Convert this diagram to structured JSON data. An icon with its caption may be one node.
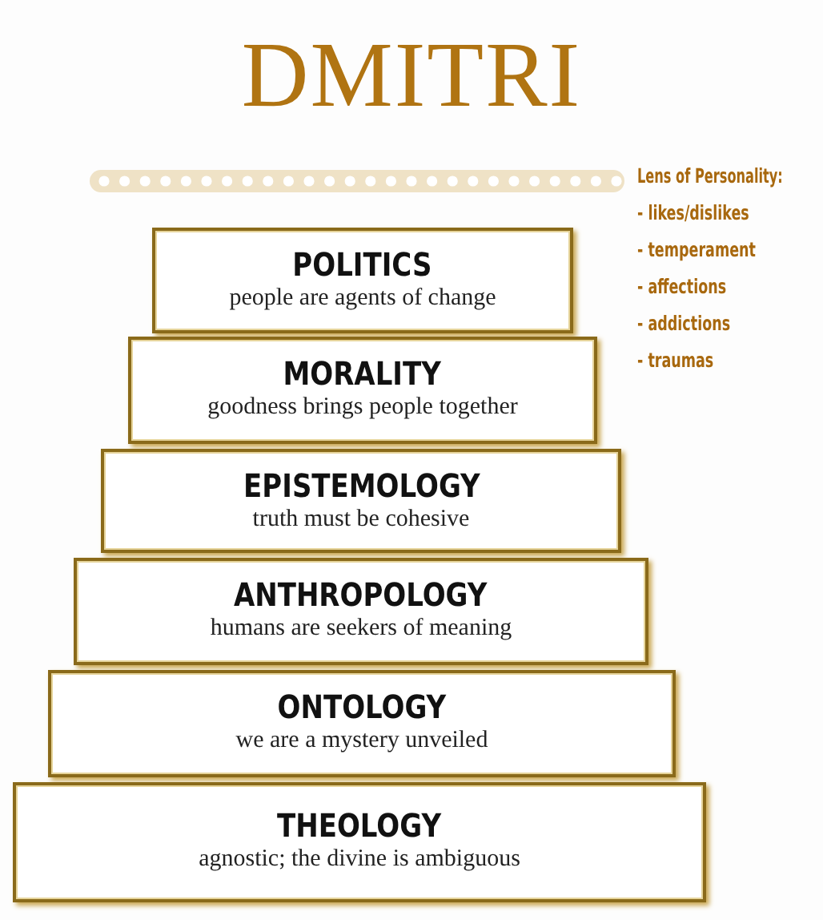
{
  "diagram": {
    "title": "DMITRI",
    "nodes": [
      {
        "text": [
          "POLITICS",
          "people are agents of change"
        ]
      },
      {
        "text": [
          "MORALITY",
          "goodness brings people together"
        ]
      },
      {
        "text": [
          "EPISTEMOLOGY",
          "truth must be cohesive"
        ]
      },
      {
        "text": [
          "ANTHROPOLOGY",
          "humans are seekers of meaning"
        ]
      },
      {
        "text": [
          "ONTOLOGY",
          "we are a mystery unveiled"
        ]
      },
      {
        "text": [
          "THEOLOGY",
          "agnostic; the divine is ambiguous"
        ]
      }
    ],
    "labels": [
      "Lens of Personality:",
      "- likes/dislikes",
      "- temperament",
      "- affections",
      "- addictions",
      "- traumas"
    ]
  }
}
